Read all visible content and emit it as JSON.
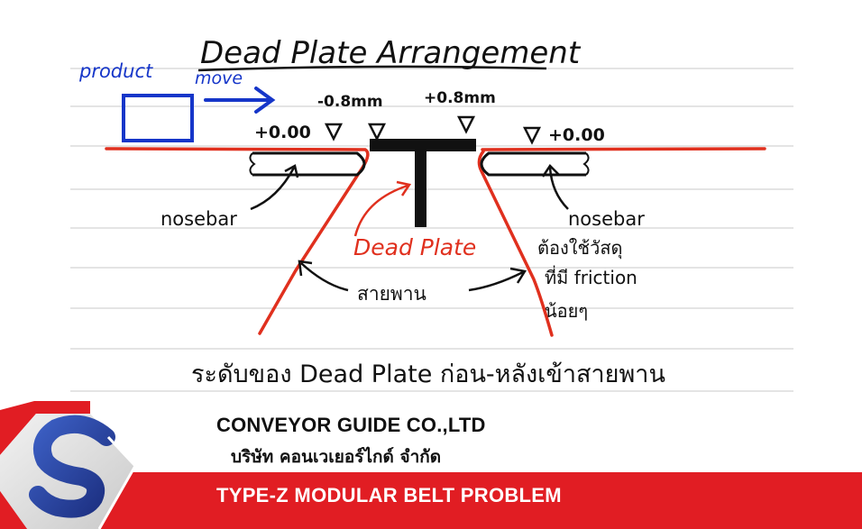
{
  "diagram": {
    "title": "Dead Plate Arrangement",
    "product_label": "product",
    "move_label": "move",
    "offset_left_outer": "+0.00",
    "offset_left_inner": "-0.8mm",
    "offset_right_inner": "+0.8mm",
    "offset_right_outer": "+0.00",
    "nosebar_left": "nosebar",
    "nosebar_right": "nosebar",
    "dead_plate_label": "Dead Plate",
    "belt_label": "สายพาน",
    "note_line1": "ต้องใช้วัสดุ",
    "note_line2": "ที่มี friction",
    "note_line3": "น้อยๆ",
    "caption": "ระดับของ Dead Plate ก่อน-หลังเข้าสายพาน"
  },
  "company": {
    "name_en": "CONVEYOR GUIDE CO.,LTD",
    "name_th": "บริษัท คอนเวเยอร์ไกด์ จำกัด"
  },
  "banner": {
    "title": "TYPE-Z MODULAR BELT PROBLEM"
  },
  "colors": {
    "belt_red": "#e0301e",
    "ink_blue": "#1636c9",
    "banner_red": "#e11d23",
    "logo_blue": "#2f4fb0"
  }
}
